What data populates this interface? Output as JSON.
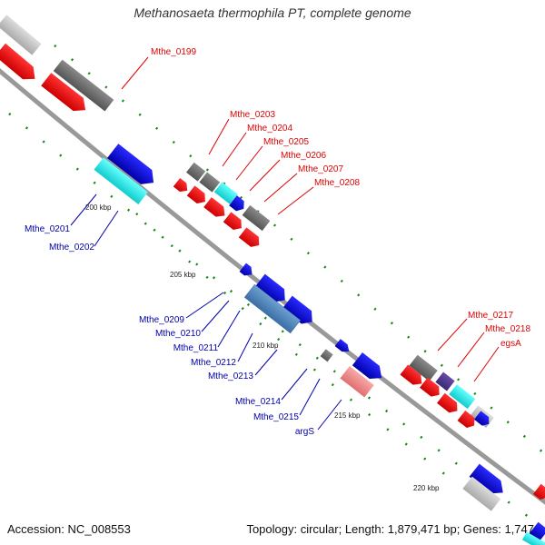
{
  "title": "Methanosaeta thermophila PT, complete genome",
  "footer": {
    "accession": "Accession: NC_008553",
    "summary": "Topology: circular; Length: 1,879,471 bp; Genes: 1,747"
  },
  "colors": {
    "backbone": "#999999",
    "forward_red": "#ff0000",
    "gray_gene": "#777777",
    "blue_gene": "#0000dd",
    "cyan_gene": "#22e5e5",
    "steel_gene": "#4f86bd",
    "pink_gene": "#f08a8a",
    "label_red": "#e00000",
    "label_blue": "#0000aa",
    "tick_green": "#118811"
  },
  "scale_labels": [
    "200 kbp",
    "205 kbp",
    "210 kbp",
    "215 kbp",
    "220 kbp"
  ],
  "red_labels": [
    "Mthe_0199",
    "Mthe_0203",
    "Mthe_0204",
    "Mthe_0205",
    "Mthe_0206",
    "Mthe_0207",
    "Mthe_0208",
    "Mthe_0217",
    "Mthe_0218",
    "egsA"
  ],
  "blue_labels": [
    "Mthe_0201",
    "Mthe_0202",
    "Mthe_0209",
    "Mthe_0210",
    "Mthe_0211",
    "Mthe_0212",
    "Mthe_0213",
    "Mthe_0214",
    "Mthe_0215",
    "argS"
  ]
}
